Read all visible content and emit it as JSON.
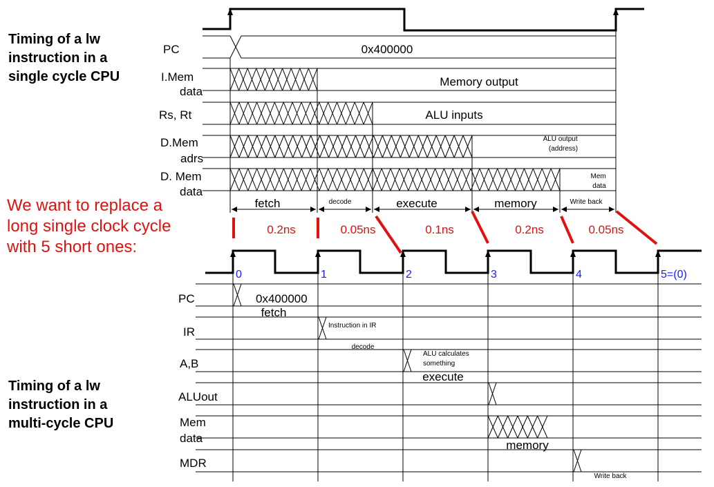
{
  "headings": {
    "single_cycle": [
      "Timing of a lw",
      "instruction in a",
      "single cycle CPU"
    ],
    "multi_cycle": [
      "Timing of a lw",
      "instruction in a",
      "multi-cycle CPU"
    ]
  },
  "replace_note": [
    "We want to replace a",
    "long single clock cycle",
    "with 5 short ones:"
  ],
  "single_cycle": {
    "signals": [
      {
        "lines": [
          "PC"
        ]
      },
      {
        "lines": [
          "I.Mem",
          "data"
        ]
      },
      {
        "lines": [
          "Rs, Rt"
        ]
      },
      {
        "lines": [
          "D.Mem",
          "adrs"
        ]
      },
      {
        "lines": [
          "D. Mem",
          "data"
        ]
      }
    ],
    "values": {
      "pc": "0x400000",
      "imem": "Memory output",
      "rsrt": "ALU  inputs",
      "dmem_adrs": [
        "ALU output",
        "(address)"
      ],
      "dmem_data": [
        "Mem",
        "data"
      ]
    },
    "phases": [
      "fetch",
      "decode",
      "execute",
      "memory",
      "Write back"
    ],
    "durations": [
      "0.2ns",
      "0.05ns",
      "0.1ns",
      "0.2ns",
      "0.05ns"
    ]
  },
  "multi_cycle": {
    "cycle_labels": [
      "0",
      "1",
      "2",
      "3",
      "4",
      "5=(0)"
    ],
    "signals": [
      {
        "lines": [
          "PC"
        ]
      },
      {
        "lines": [
          "IR"
        ]
      },
      {
        "lines": [
          "A,B"
        ]
      },
      {
        "lines": [
          "ALUout"
        ]
      },
      {
        "lines": [
          "Mem",
          "data"
        ]
      },
      {
        "lines": [
          "MDR"
        ]
      }
    ],
    "values": {
      "pc": "0x400000",
      "ir": "Instruction in IR",
      "ab": [
        "ALU calculates",
        "something"
      ]
    },
    "phases": [
      "fetch",
      "decode",
      "execute",
      "memory",
      "Write back"
    ]
  },
  "colors": {
    "red": "#e0120f",
    "blue": "#1a1aff",
    "ink": "#000000"
  }
}
